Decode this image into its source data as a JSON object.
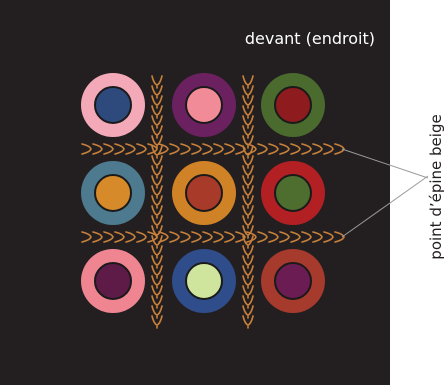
{
  "panel": {
    "title": "devant (endroit)",
    "background": "#231f20"
  },
  "side_label": "point d’épine beige",
  "stitch_color": "#c8813b",
  "leader_color": "#9a9a9a",
  "circles": [
    {
      "row": 1,
      "col": 1,
      "outer": "#f4a9b8",
      "inner": "#2e4a7d"
    },
    {
      "row": 1,
      "col": 2,
      "outer": "#6b2160",
      "inner": "#f28b98"
    },
    {
      "row": 1,
      "col": 3,
      "outer": "#4a6a2e",
      "inner": "#8e1b1e"
    },
    {
      "row": 2,
      "col": 1,
      "outer": "#4d7a8e",
      "inner": "#d68a2a"
    },
    {
      "row": 2,
      "col": 2,
      "outer": "#d08226",
      "inner": "#a83a2a"
    },
    {
      "row": 2,
      "col": 3,
      "outer": "#b32024",
      "inner": "#4d6e2e"
    },
    {
      "row": 3,
      "col": 1,
      "outer": "#ef8591",
      "inner": "#5e1b48"
    },
    {
      "row": 3,
      "col": 2,
      "outer": "#2f4d8a",
      "inner": "#cfe59e"
    },
    {
      "row": 3,
      "col": 3,
      "outer": "#a63a2c",
      "inner": "#6b1c52"
    }
  ]
}
